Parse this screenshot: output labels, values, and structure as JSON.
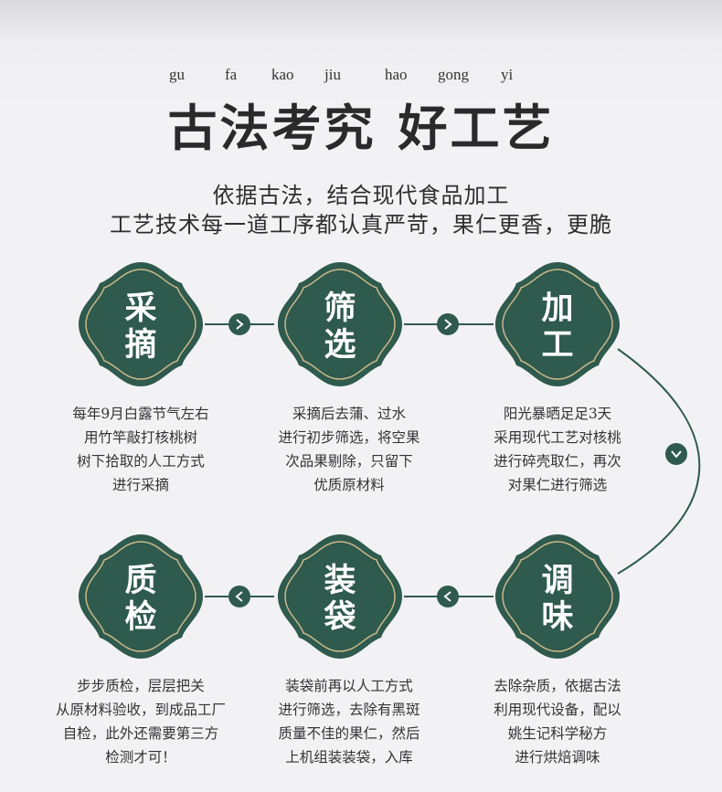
{
  "pinyin": [
    "gu",
    "fa",
    "kao",
    "jiu",
    "hao",
    "gong",
    "yi"
  ],
  "title": {
    "part1": "古法考究",
    "part2": "好工艺"
  },
  "subtitle": {
    "line1": "依据古法，结合现代食品加工",
    "line2": "工艺技术每一道工序都认真严苛，果仁更香，更脆"
  },
  "colors": {
    "badge": "#2f5a4e",
    "gold": "#c9b98a",
    "background": "#f2f2f5"
  },
  "steps": [
    {
      "top": "采",
      "bottom": "摘",
      "lines": [
        "每年9月白露节气左右",
        "用竹竿敲打核桃树",
        "树下拾取的人工方式",
        "进行采摘"
      ]
    },
    {
      "top": "筛",
      "bottom": "选",
      "lines": [
        "采摘后去蒲、过水",
        "进行初步筛选，将空果",
        "次品果剔除，只留下",
        "优质原材料"
      ]
    },
    {
      "top": "加",
      "bottom": "工",
      "lines": [
        "阳光暴晒足足3天",
        "采用现代工艺对核桃",
        "进行碎壳取仁，再次",
        "对果仁进行筛选"
      ]
    },
    {
      "top": "调",
      "bottom": "味",
      "lines": [
        "去除杂质，依据古法",
        "利用现代设备，配以",
        "姚生记科学秘方",
        "进行烘焙调味"
      ]
    },
    {
      "top": "装",
      "bottom": "袋",
      "lines": [
        "装袋前再以人工方式",
        "进行筛选，去除有黑斑",
        "质量不佳的果仁，然后",
        "上机组装装袋，入库"
      ]
    },
    {
      "top": "质",
      "bottom": "检",
      "lines": [
        "步步质检，层层把关",
        "从原材料验收，到成品工厂",
        "自检，此外还需要第三方",
        "检测才可！"
      ]
    }
  ]
}
